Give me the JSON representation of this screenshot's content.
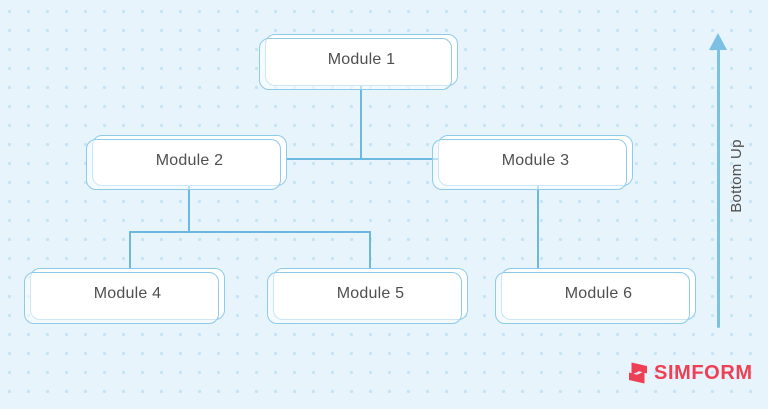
{
  "diagram": {
    "arrow_label": "Bottom Up",
    "modules": [
      {
        "label": "Module 1"
      },
      {
        "label": "Module 2"
      },
      {
        "label": "Module 3"
      },
      {
        "label": "Module 4"
      },
      {
        "label": "Module 5"
      },
      {
        "label": "Module 6"
      }
    ],
    "connections": [
      "Module 1 - Module 2",
      "Module 1 - Module 3",
      "Module 2 - Module 4",
      "Module 2 - Module 5",
      "Module 3 - Module 6"
    ]
  },
  "branding": {
    "logo_text": "SIMFORM"
  },
  "colors": {
    "background": "#e8f4fc",
    "dot": "#c5e4f6",
    "box-border": "#8ecbea",
    "box-fill": "#ffffff",
    "connector": "#6cb8de",
    "arrow": "#7cc0e4",
    "text": "#4f4f4f",
    "logo-red": "#ee4054"
  }
}
